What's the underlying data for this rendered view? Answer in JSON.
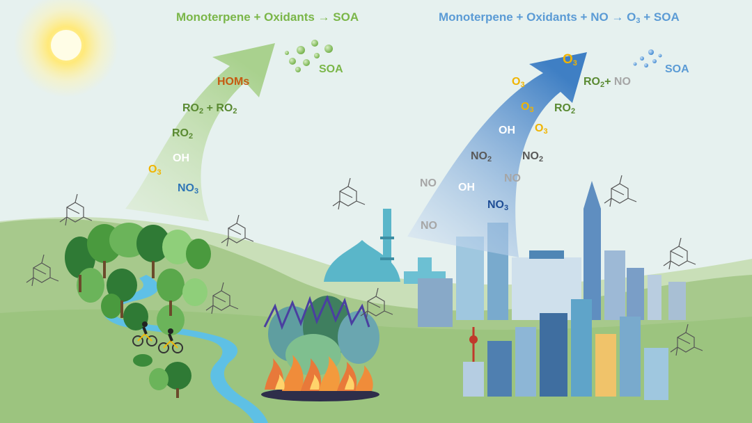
{
  "titles": {
    "left": "Monoterpene + Oxidants → SOA",
    "right": "Monoterpene + Oxidants + NO → O3 + SOA",
    "right_pre": "Monoterpene + Oxidants + NO → O",
    "right_sub": "3",
    "right_post": " + SOA"
  },
  "left_pathway": {
    "homs": "HOMs",
    "ro2_ro2": {
      "a": "RO",
      "a_sub": "2",
      "b": " + RO",
      "b_sub": "2"
    },
    "ro2": {
      "text": "RO",
      "sub": "2"
    },
    "oh": "OH",
    "o3": {
      "text": "O",
      "sub": "3"
    },
    "no3": {
      "text": "NO",
      "sub": "3"
    },
    "soa": "SOA"
  },
  "right_pathway": {
    "o3_top": {
      "text": "O",
      "sub": "3"
    },
    "ro2_no": {
      "a": "RO",
      "a_sub": "2",
      "b": "+ ",
      "c": "NO"
    },
    "ro2": {
      "text": "RO",
      "sub": "2"
    },
    "o3_a": {
      "text": "O",
      "sub": "3"
    },
    "o3_b": {
      "text": "O",
      "sub": "3"
    },
    "o3_c": {
      "text": "O",
      "sub": "3"
    },
    "oh_a": "OH",
    "oh_b": "OH",
    "no2_a": {
      "text": "NO",
      "sub": "2"
    },
    "no2_b": {
      "text": "NO",
      "sub": "2"
    },
    "no_a": "NO",
    "no_b": "NO",
    "no_c": "NO",
    "no3": {
      "text": "NO",
      "sub": "3"
    },
    "soa": "SOA"
  },
  "colors": {
    "left_title": "#7ab648",
    "right_title": "#5b9bd5",
    "homs": "#c55a11",
    "ro2_green": "#5a8a32",
    "o3_yellow": "#f0b400",
    "no3_blue": "#2e75b6",
    "no_grey": "#a6a6a6",
    "no2_grey": "#595959",
    "oh_white": "#ffffff"
  },
  "icons": [
    "sun-icon",
    "forest-icon",
    "river-icon",
    "cyclist-icon",
    "wildfire-icon",
    "city-skyline-icon",
    "monoterpene-molecule-icon",
    "soa-particles-icon"
  ]
}
